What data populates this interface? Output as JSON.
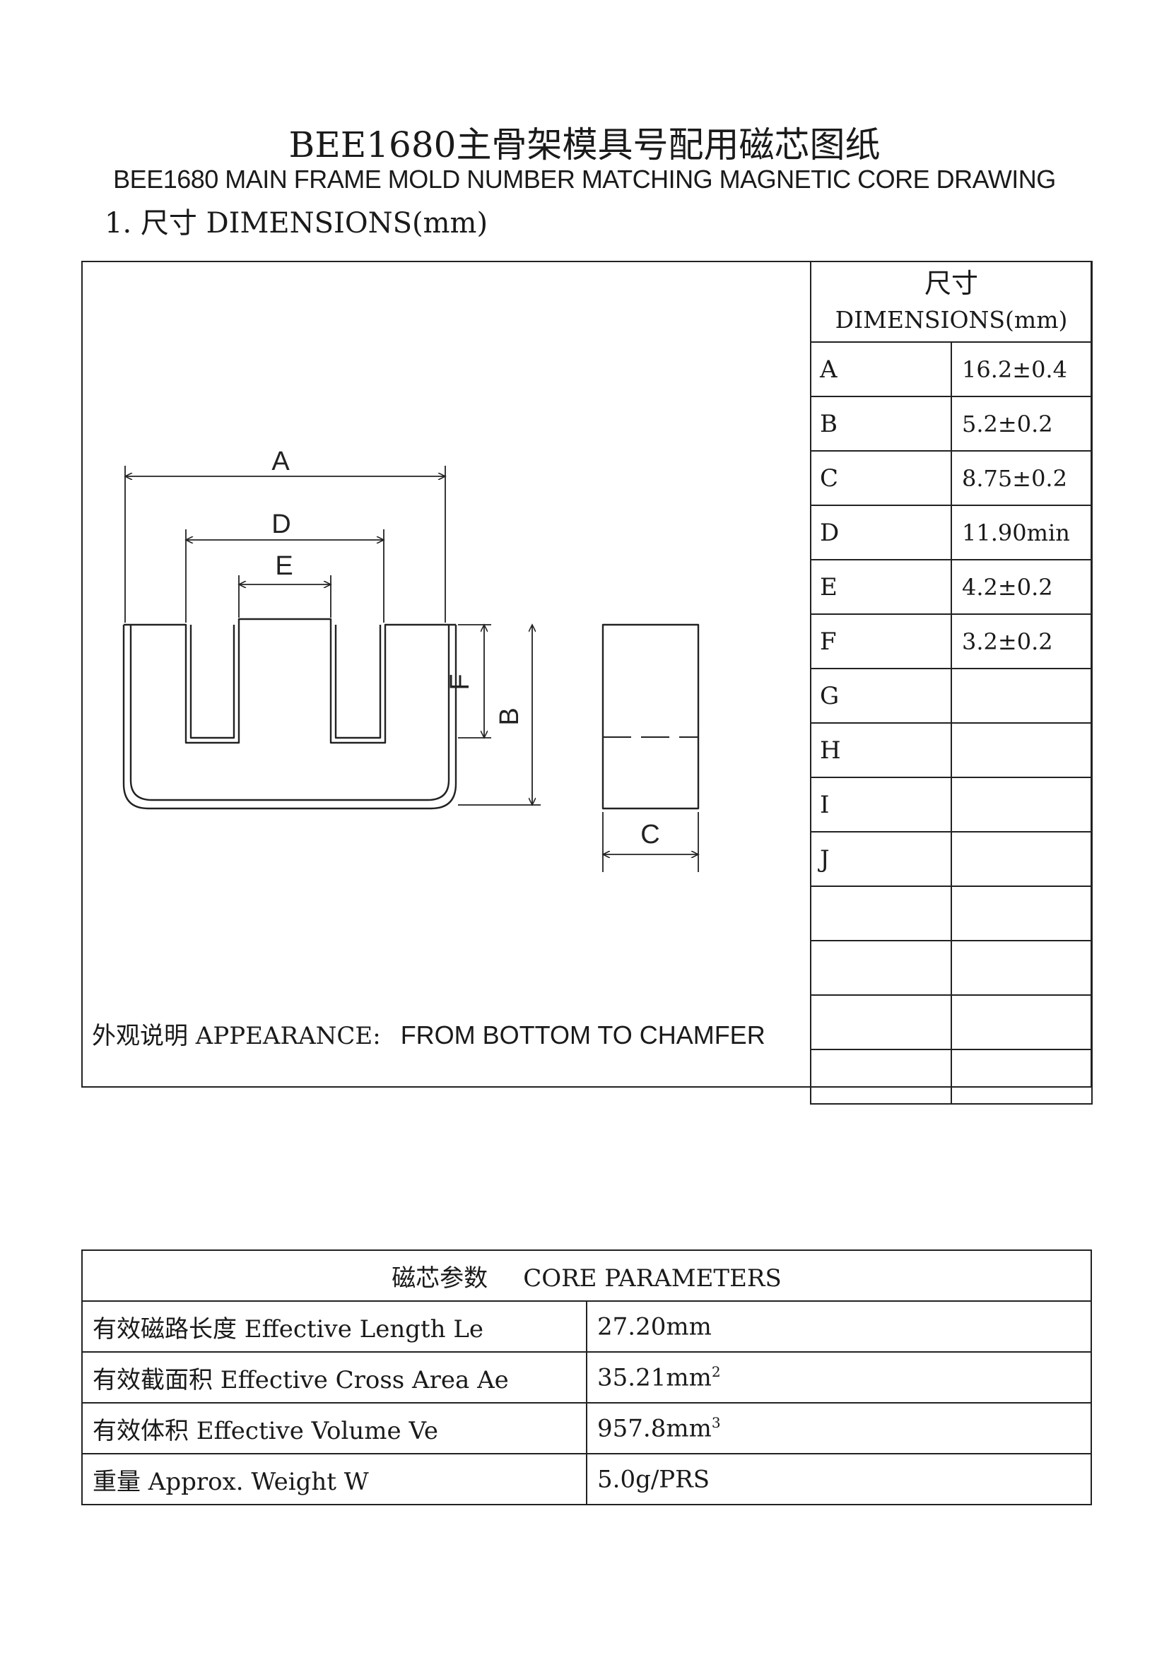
{
  "title": {
    "chinese": "BEE1680主骨架模具号配用磁芯图纸",
    "english": "BEE1680 MAIN FRAME MOLD NUMBER MATCHING MAGNETIC CORE DRAWING"
  },
  "section_heading": "1. 尺寸 DIMENSIONS(mm)",
  "dimensions_table": {
    "header_cn": "尺寸",
    "header_en": "DIMENSIONS(mm)",
    "rows": [
      {
        "key": "A",
        "value": "16.2±0.4"
      },
      {
        "key": "B",
        "value": "5.2±0.2"
      },
      {
        "key": "C",
        "value": "8.75±0.2"
      },
      {
        "key": "D",
        "value": "11.90min"
      },
      {
        "key": "E",
        "value": "4.2±0.2"
      },
      {
        "key": "F",
        "value": "3.2±0.2"
      },
      {
        "key": "G",
        "value": ""
      },
      {
        "key": "H",
        "value": ""
      },
      {
        "key": "I",
        "value": ""
      },
      {
        "key": "J",
        "value": ""
      },
      {
        "key": "",
        "value": ""
      },
      {
        "key": "",
        "value": ""
      },
      {
        "key": "",
        "value": ""
      },
      {
        "key": "",
        "value": ""
      }
    ]
  },
  "drawing_labels": {
    "a": "A",
    "d": "D",
    "e": "E",
    "f": "F",
    "b": "B",
    "c": "C"
  },
  "appearance": {
    "label": "外观说明 APPEARANCE:",
    "note": "FROM BOTTOM TO CHAMFER"
  },
  "core_parameters": {
    "title_cn": "磁芯参数",
    "title_en": "CORE PARAMETERS",
    "rows": [
      {
        "label": "有效磁路长度 Effective Length  Le",
        "value": "27.20mm",
        "sup": ""
      },
      {
        "label": "有效截面积 Effective Cross Area Ae",
        "value": "35.21mm",
        "sup": "2"
      },
      {
        "label": "有效体积 Effective Volume Ve",
        "value": "957.8mm",
        "sup": "3"
      },
      {
        "label": "重量 Approx.  Weight W",
        "value": "5.0g/PRS",
        "sup": ""
      }
    ]
  }
}
